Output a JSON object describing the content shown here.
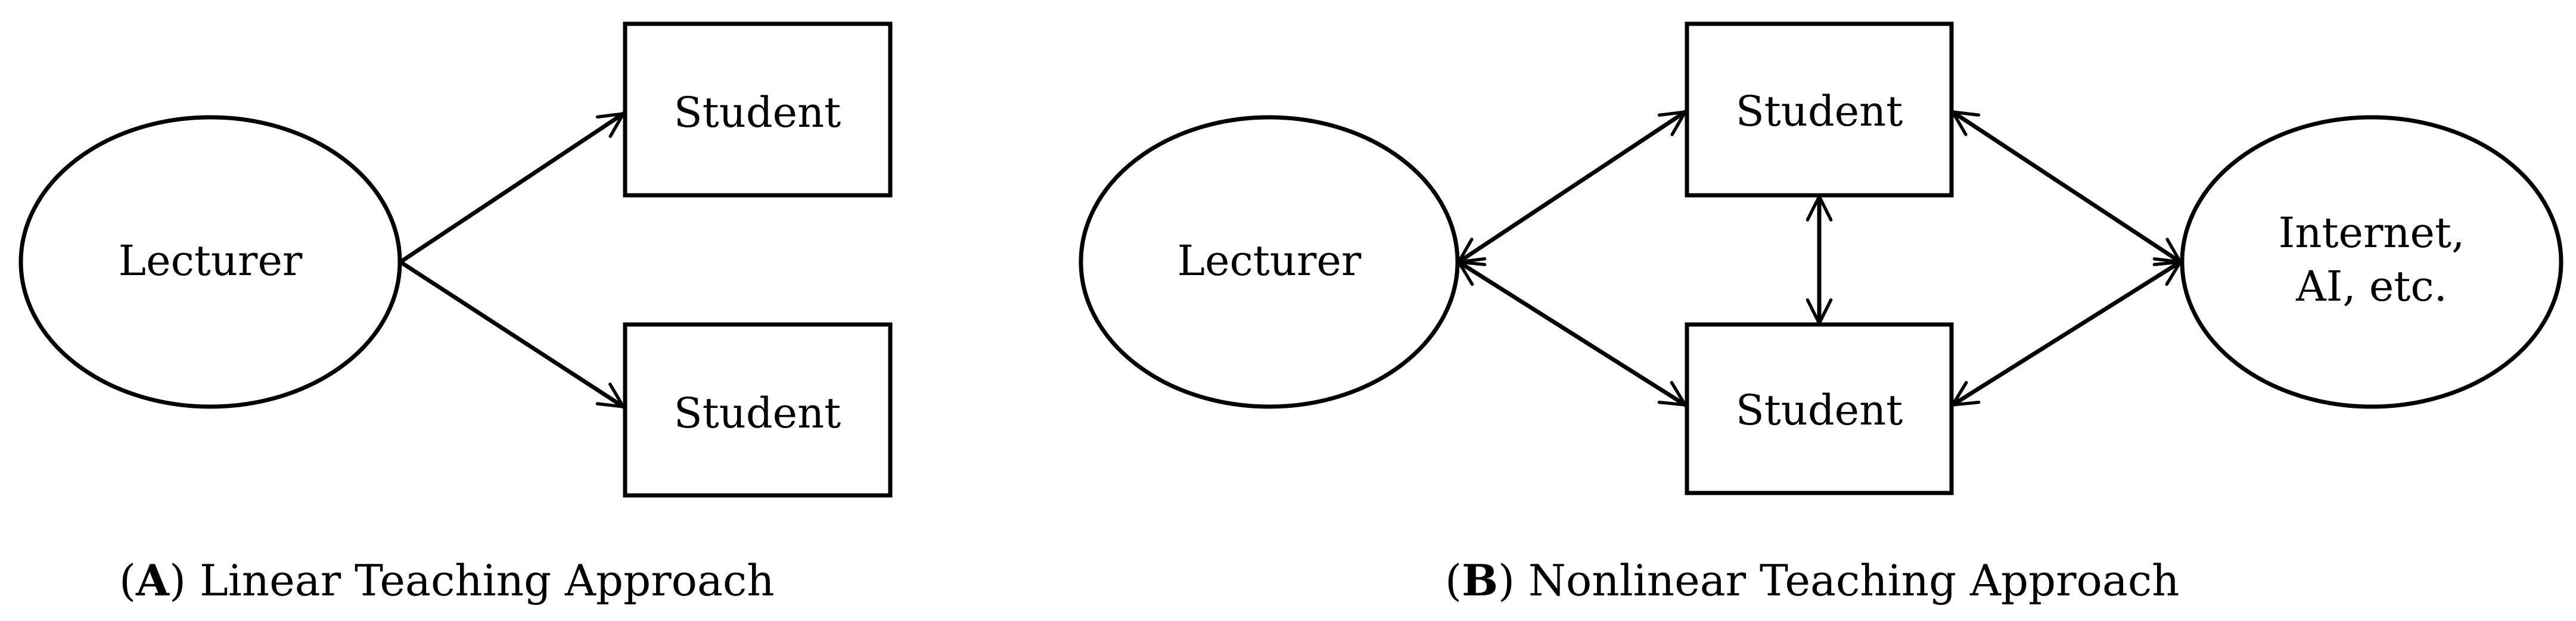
{
  "panel_a": {
    "lecturer": "Lecturer",
    "student_top": "Student",
    "student_bottom": "Student",
    "caption_open": "(",
    "caption_letter": "A",
    "caption_close": ")",
    "caption_text": " Linear Teaching Approach"
  },
  "panel_b": {
    "lecturer": "Lecturer",
    "student_top": "Student",
    "student_bottom": "Student",
    "resource_line1": "Internet,",
    "resource_line2": "AI, etc.",
    "caption_open": "(",
    "caption_letter": "B",
    "caption_close": ")",
    "caption_text": " Nonlinear Teaching Approach"
  },
  "colors": {
    "stroke": "#000000",
    "background": "#ffffff"
  }
}
